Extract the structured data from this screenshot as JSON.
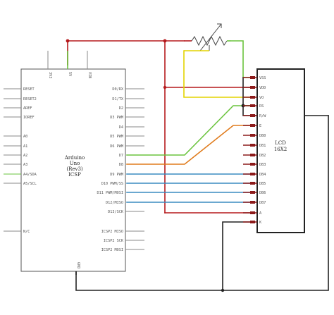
{
  "arduino": {
    "name_lines": [
      "Arduino",
      "Uno",
      "(Rev3)",
      "ICSP"
    ],
    "top_pins": [
      "3V3",
      "5V",
      "VIN"
    ],
    "left_pins": [
      "RESET",
      "RESET2",
      "AREF",
      "IOREF",
      "A0",
      "A1",
      "A2",
      "A3",
      "A4/SDA",
      "A5/SCL",
      "N/C"
    ],
    "right_pins": [
      "D0/RX",
      "D1/TX",
      "D2",
      "D3 PWM",
      "D4",
      "D5 PWM",
      "D6 PWM",
      "D7",
      "D8",
      "D9 PWM",
      "D10 PWM/SS",
      "D11 PWM/MOSI",
      "D12/MISO",
      "D13/SCK",
      "ICSP2 MISO",
      "ICSP2 SCK",
      "ICSP2 MOSI"
    ],
    "bottom_pin": "GND"
  },
  "lcd": {
    "title": "LCD",
    "subtitle": "16X2",
    "pins": [
      "VSS",
      "VDD",
      "VO",
      "RS",
      "R/W",
      "E",
      "DB0",
      "DB1",
      "DB2",
      "DB3",
      "DB4",
      "DB5",
      "DB6",
      "DB7",
      "A",
      "K"
    ]
  },
  "colors": {
    "wire_red": "#b5191c",
    "wire_black": "#222222",
    "wire_green": "#6ac33d",
    "wire_yellow": "#e3d400",
    "wire_orange": "#e07b1c",
    "wire_blue": "#3a8bc0",
    "pin_stub": "#8c1a1a"
  }
}
